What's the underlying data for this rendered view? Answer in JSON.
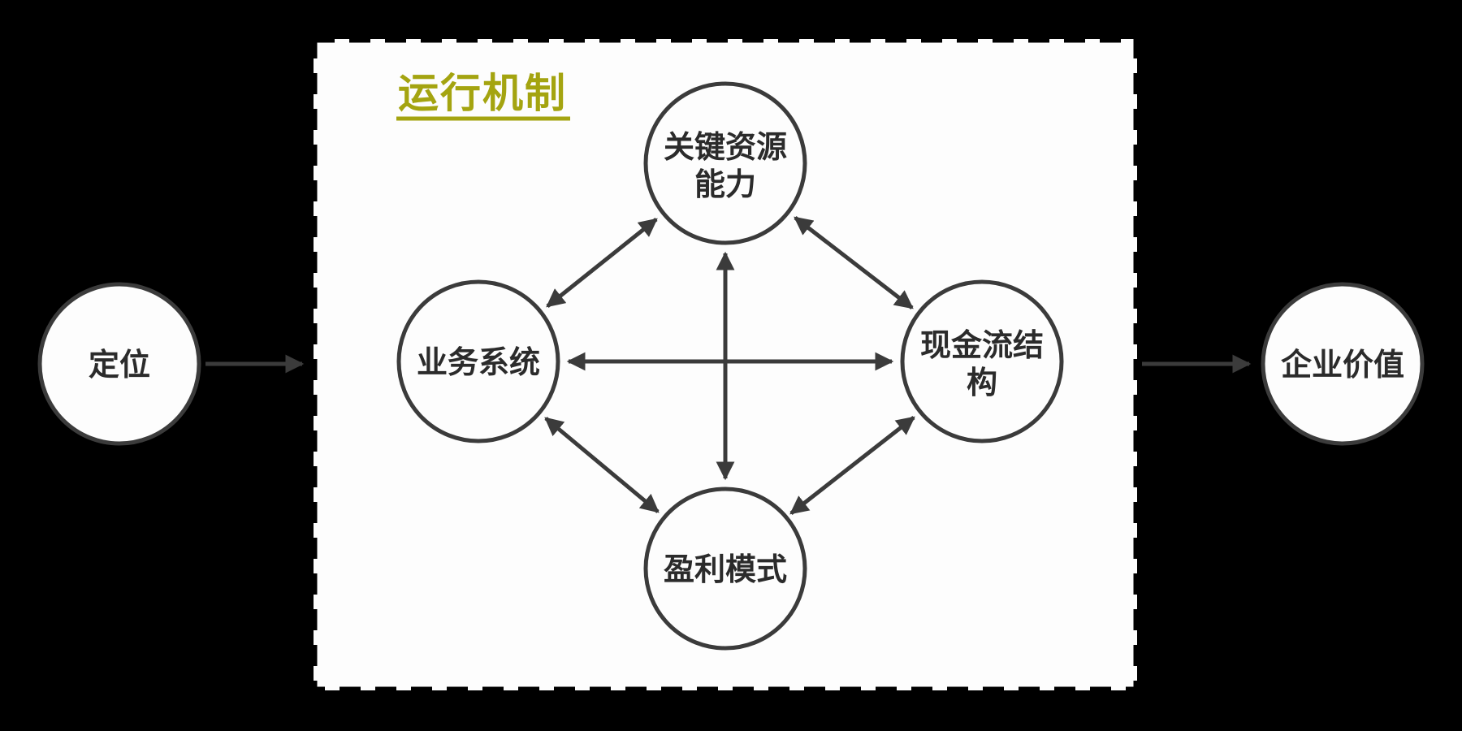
{
  "diagram": {
    "title": "运行机制",
    "colors": {
      "background": "#000000",
      "panel": "#fdfdfd",
      "stroke": "#3b3b3b",
      "title": "#a4a410",
      "text": "#2b2b2b"
    },
    "input_node": {
      "label": "定位"
    },
    "output_node": {
      "label": "企业价值"
    },
    "inner_nodes": {
      "key_resources": {
        "label": "关键资源能力",
        "line1": "关键资源",
        "line2": "能力"
      },
      "business_system": {
        "label": "业务系统"
      },
      "cash_flow_structure": {
        "label": "现金流结构",
        "line1": "现金流结",
        "line2": "构"
      },
      "profit_model": {
        "label": "盈利模式"
      }
    },
    "connections": [
      {
        "from": "定位",
        "to": "运行机制",
        "bidirectional": false
      },
      {
        "from": "运行机制",
        "to": "企业价值",
        "bidirectional": false
      },
      {
        "from": "业务系统",
        "to": "关键资源能力",
        "bidirectional": true
      },
      {
        "from": "关键资源能力",
        "to": "现金流结构",
        "bidirectional": true
      },
      {
        "from": "现金流结构",
        "to": "盈利模式",
        "bidirectional": true
      },
      {
        "from": "盈利模式",
        "to": "业务系统",
        "bidirectional": true
      },
      {
        "from": "业务系统",
        "to": "现金流结构",
        "bidirectional": true
      },
      {
        "from": "关键资源能力",
        "to": "盈利模式",
        "bidirectional": true
      }
    ]
  }
}
